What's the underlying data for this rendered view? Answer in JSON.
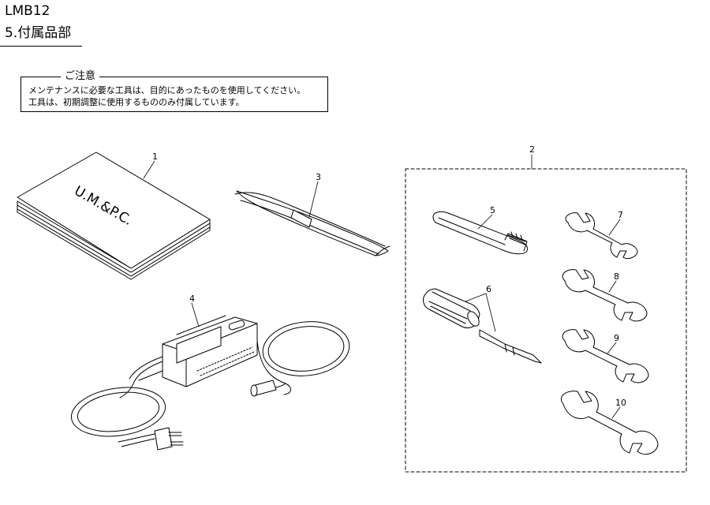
{
  "header": {
    "model": "LMB12",
    "section": "5.付属品部"
  },
  "notice": {
    "title": "ご注意",
    "lines": [
      "メンテナンスに必要な工具は、目的にあったものを使用してください。",
      "工具は、初期調整に使用するもののみ付属しています。"
    ]
  },
  "manual_cover_text": "U.M.&P.C.",
  "callouts": {
    "c1": "1",
    "c2": "2",
    "c3": "3",
    "c4": "4",
    "c5": "5",
    "c6": "6",
    "c7": "7",
    "c8": "8",
    "c9": "9",
    "c10": "10"
  }
}
